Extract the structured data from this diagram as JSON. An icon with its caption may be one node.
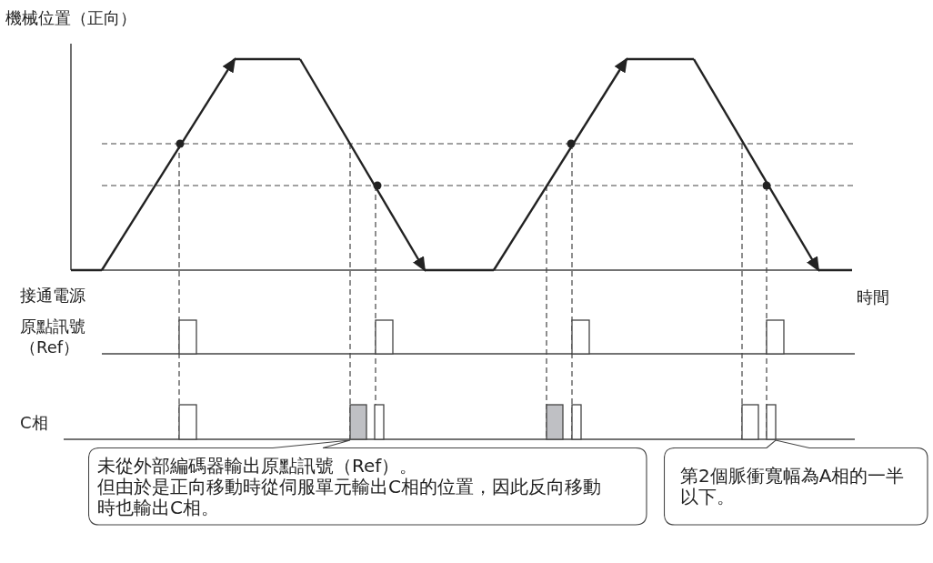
{
  "diagram": {
    "nodes": [
      {
        "text": [
          "未從外部編碼器輸出原點訊號（Ref）。",
          "但由於是正向移動時從伺服單元輸出C相的位置，因此反向移動時也輸出C相。"
        ]
      },
      {
        "text": [
          "第2個脈衝寬幅為A相的一半以下。"
        ]
      }
    ],
    "edges": [
      {
        "from": 0,
        "to": null,
        "arrow": "none"
      },
      {
        "from": 1,
        "to": null,
        "arrow": "none"
      }
    ],
    "labels": [
      "機械位置（正向）",
      "接通電源",
      "時間",
      "原點訊號（Ref）",
      "C相"
    ]
  }
}
